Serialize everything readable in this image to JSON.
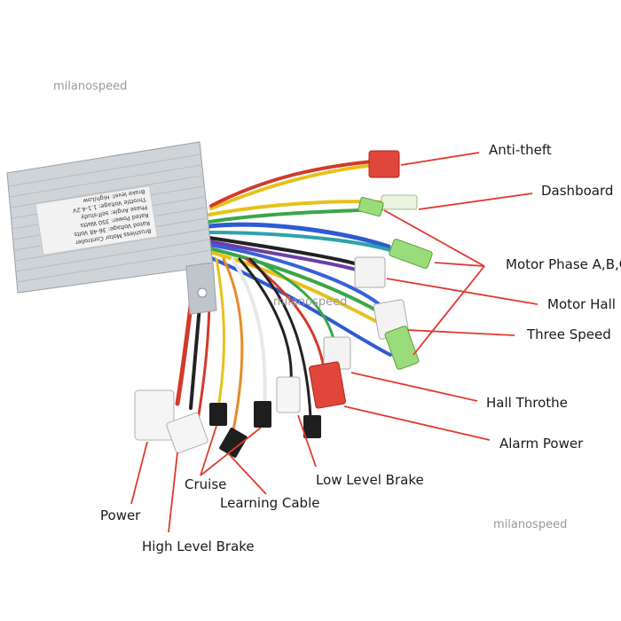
{
  "watermarks": [
    "milanospeed",
    "milanospeed",
    "milanospeed"
  ],
  "controller_label": [
    "Brushless Motor Controller",
    "Rated Voltage: 36-48 Volts",
    "Rated Power: 350 Watts",
    "Phase Angle: self-study",
    "Throttle Voltage: 1.1-4.2V",
    "Brake level: High/Low"
  ],
  "callouts": {
    "anti_theft": "Anti-theft",
    "dashboard": "Dashboard",
    "motor_phase": "Motor Phase A,B,C",
    "motor_hall": "Motor Hall",
    "three_speed": "Three Speed",
    "hall_throttle": "Hall Throthe",
    "alarm_power": "Alarm Power",
    "low_level_brake": "Low Level Brake",
    "learning_cable": "Learning Cable",
    "cruise": "Cruise",
    "power": "Power",
    "high_level_brake": "High Level Brake"
  },
  "colors": {
    "leader": "#e03a2f",
    "casing": "#cfd4d8",
    "anti_theft_connector": "#e0463a",
    "phase_connector": "#9bdc7a"
  }
}
